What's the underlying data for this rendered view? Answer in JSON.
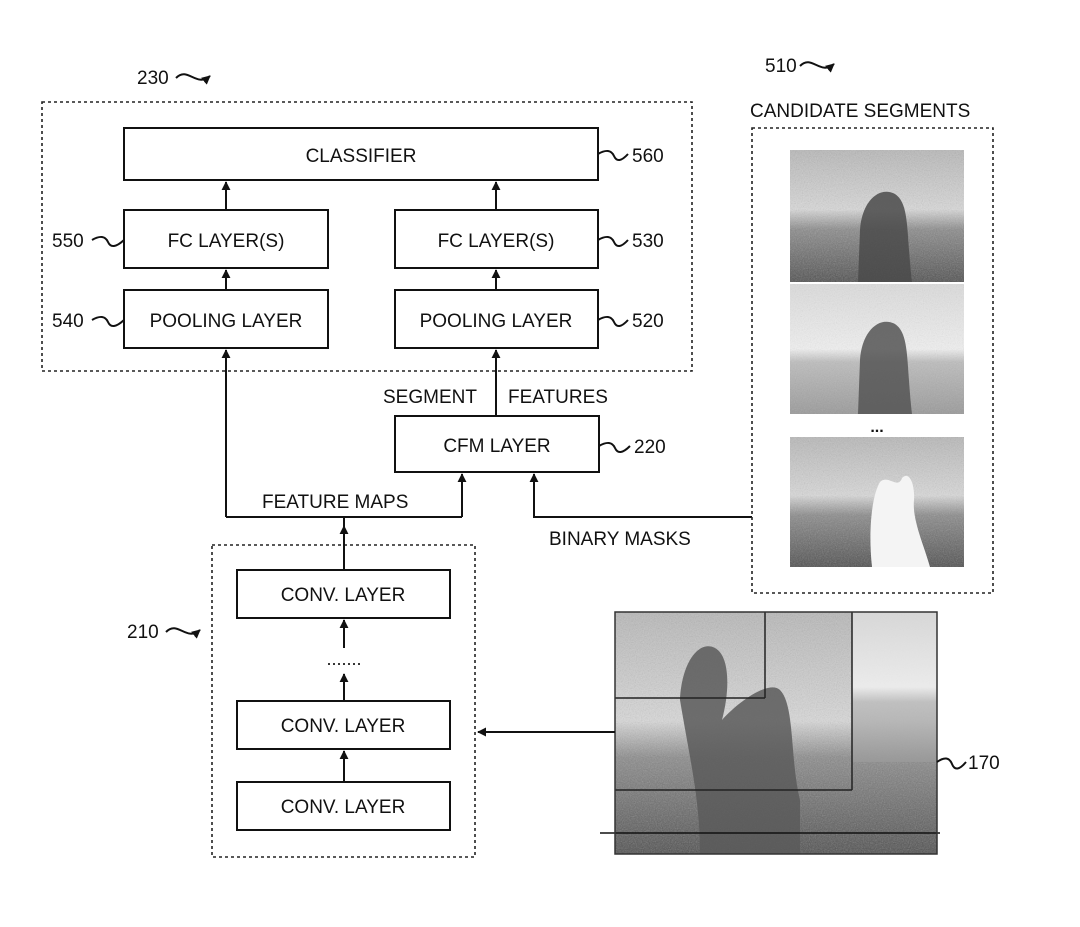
{
  "groups": {
    "network_230": {
      "ref": "230"
    },
    "backbone_210": {
      "ref": "210"
    },
    "segments_510": {
      "ref": "510",
      "title": "CANDIDATE SEGMENTS",
      "ellipsis": "..."
    }
  },
  "boxes": {
    "classifier": {
      "label": "CLASSIFIER",
      "ref": "560"
    },
    "fc_left": {
      "label": "FC LAYER(S)",
      "ref": "550"
    },
    "fc_right": {
      "label": "FC LAYER(S)",
      "ref": "530"
    },
    "pool_left": {
      "label": "POOLING LAYER",
      "ref": "540"
    },
    "pool_right": {
      "label": "POOLING LAYER",
      "ref": "520"
    },
    "cfm": {
      "label": "CFM LAYER",
      "ref": "220"
    },
    "conv_top": {
      "label": "CONV. LAYER"
    },
    "conv_mid": {
      "label": "CONV. LAYER"
    },
    "conv_bottom": {
      "label": "CONV. LAYER"
    }
  },
  "labels": {
    "segment": "SEGMENT",
    "features": "FEATURES",
    "feature_maps": "FEATURE MAPS",
    "binary_masks": "BINARY MASKS",
    "conv_dots": "......."
  },
  "input_image": {
    "ref": "170"
  }
}
